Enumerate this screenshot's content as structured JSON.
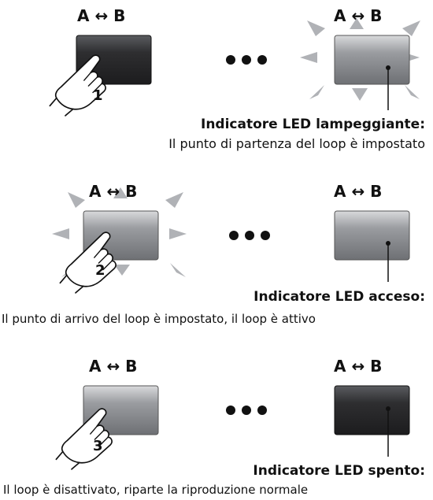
{
  "button_label": "A ↔ B",
  "steps": [
    {
      "number": "1",
      "status_title": "Indicatore LED lampeggiante:",
      "status_desc": "Il punto di partenza del loop è impostato"
    },
    {
      "number": "2",
      "status_title": "Indicatore LED acceso:",
      "status_desc": "Il punto di arrivo del loop è impostato, il loop è attivo"
    },
    {
      "number": "3",
      "status_title": "Indicatore LED spento:",
      "status_desc": "Il loop è disattivato, riparte la riproduzione normale"
    }
  ],
  "ellipsis": "•••",
  "colors": {
    "button_dark": "#2e2e30",
    "button_light": "#8a8c90",
    "flash_rays": "#b0b2b6",
    "text": "#111111"
  }
}
